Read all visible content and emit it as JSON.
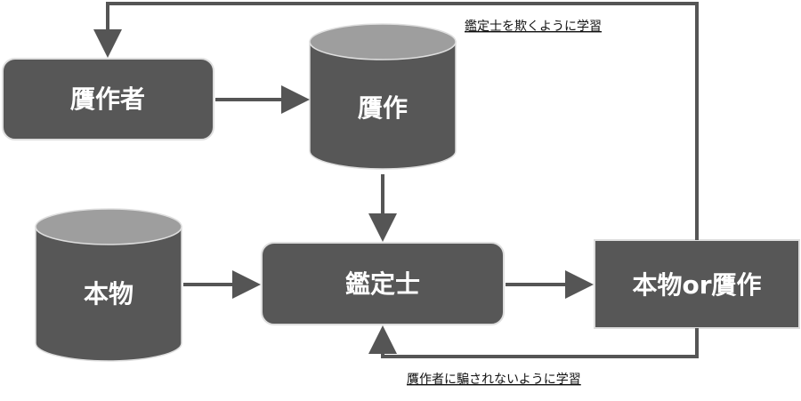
{
  "colors": {
    "box_fill": "#575757",
    "box_stroke": "#dedede",
    "cylinder_top": "#9e9e9e",
    "arrow": "#555555",
    "text_on_box": "#ffffff",
    "label_text": "#111111"
  },
  "nodes": {
    "forger": "贋作者",
    "forgery": "贋作",
    "genuine": "本物",
    "appraiser": "鑑定士",
    "output": "本物or贋作"
  },
  "edge_labels": {
    "forger_learning": "鑑定士を欺くように学習",
    "appraiser_learning": "贋作者に騙されないように学習"
  }
}
